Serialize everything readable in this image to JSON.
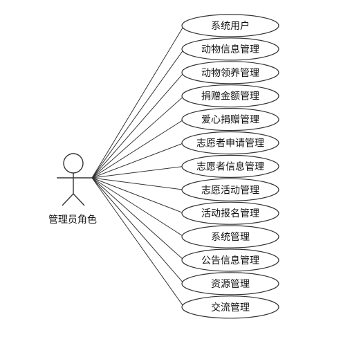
{
  "actor": {
    "name": "管理员角色"
  },
  "use_cases": [
    "系统用户",
    "动物信息管理",
    "动物领养管理",
    "捐赠金额管理",
    "爱心捐赠管理",
    "志愿者申请管理",
    "志愿者信息管理",
    "志愿活动管理",
    "活动报名管理",
    "系统管理",
    "公告信息管理",
    "资源管理",
    "交流管理"
  ]
}
